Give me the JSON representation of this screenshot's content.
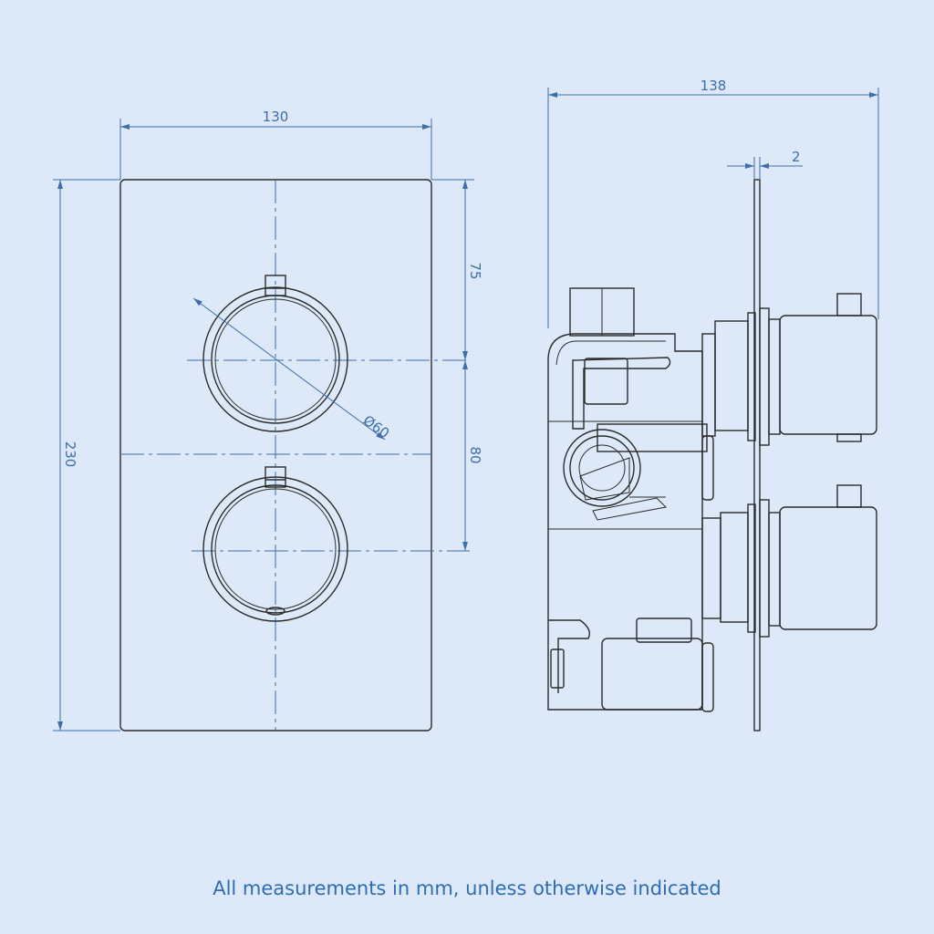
{
  "dimensions": {
    "plate_width": "130",
    "plate_height": "230",
    "top_to_upper_knob": "75",
    "knob_spacing": "80",
    "knob_diameter": "Ø60",
    "total_depth": "138",
    "plate_thickness": "2"
  },
  "caption": "All measurements in mm, unless otherwise indicated",
  "colors": {
    "background": "#dde9f8",
    "dimension_lines": "#3d6fa9",
    "outline": "#2b2b2b",
    "caption": "#2e6db4"
  }
}
